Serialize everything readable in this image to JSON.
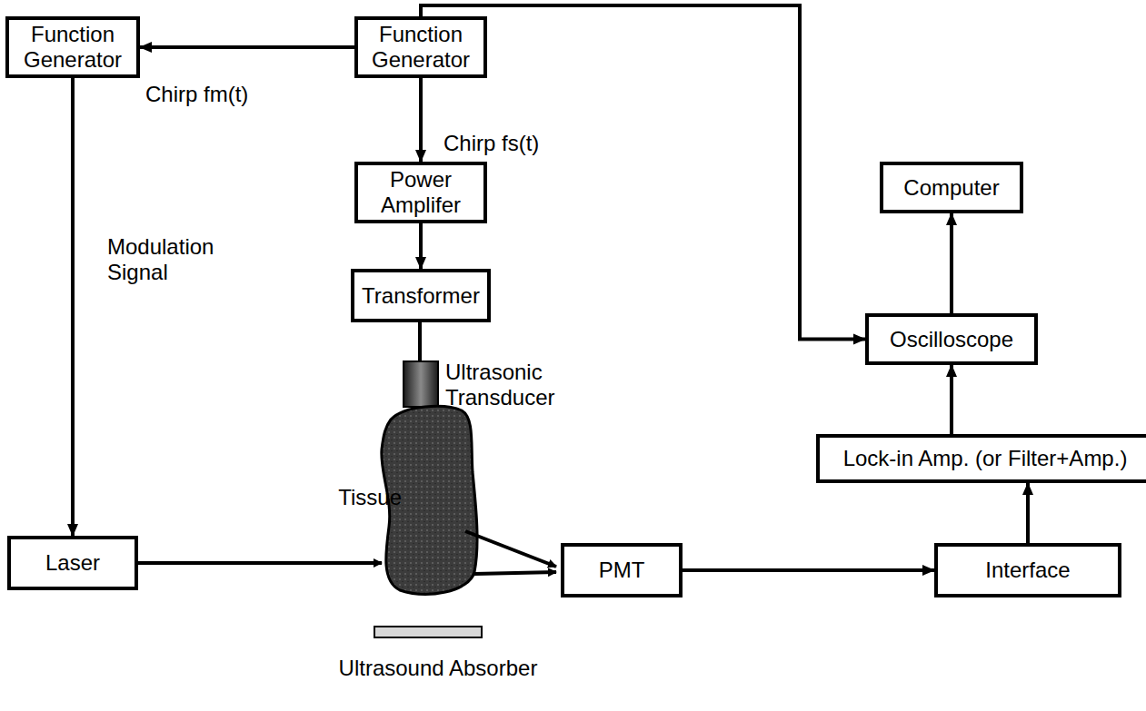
{
  "diagram": {
    "nodes": [
      {
        "text": [
          "Function Generator"
        ]
      },
      {
        "text": [
          "Function Generator"
        ]
      },
      {
        "text": [
          "Power Amplifer"
        ]
      },
      {
        "text": [
          "Transformer"
        ]
      },
      {
        "text": [
          "Computer"
        ]
      },
      {
        "text": [
          "Oscilloscope"
        ]
      },
      {
        "text": [
          "Lock-in Amp. (or Filter+Amp.)"
        ]
      },
      {
        "text": [
          "Laser"
        ]
      },
      {
        "text": [
          "PMT"
        ]
      },
      {
        "text": [
          "Interface"
        ]
      }
    ],
    "edges": [
      {
        "from": 1,
        "to": 0,
        "arrow": "to"
      },
      {
        "from": 0,
        "to": 7,
        "arrow": "to"
      },
      {
        "from": 1,
        "to": 2,
        "arrow": "to"
      },
      {
        "from": 2,
        "to": 3,
        "arrow": "to"
      },
      {
        "from": 1,
        "to": 5,
        "arrow": "to"
      },
      {
        "from": 8,
        "to": 9,
        "arrow": "to"
      },
      {
        "from": 9,
        "to": 6,
        "arrow": "to"
      },
      {
        "from": 6,
        "to": 5,
        "arrow": "to"
      },
      {
        "from": 5,
        "to": 4,
        "arrow": "to"
      }
    ],
    "labels": [
      "Chirp fm(t)",
      "Chirp fs(t)",
      "Modulation Signal",
      "Ultrasonic Transducer",
      "Tissue",
      "Ultrasound Absorber"
    ]
  }
}
